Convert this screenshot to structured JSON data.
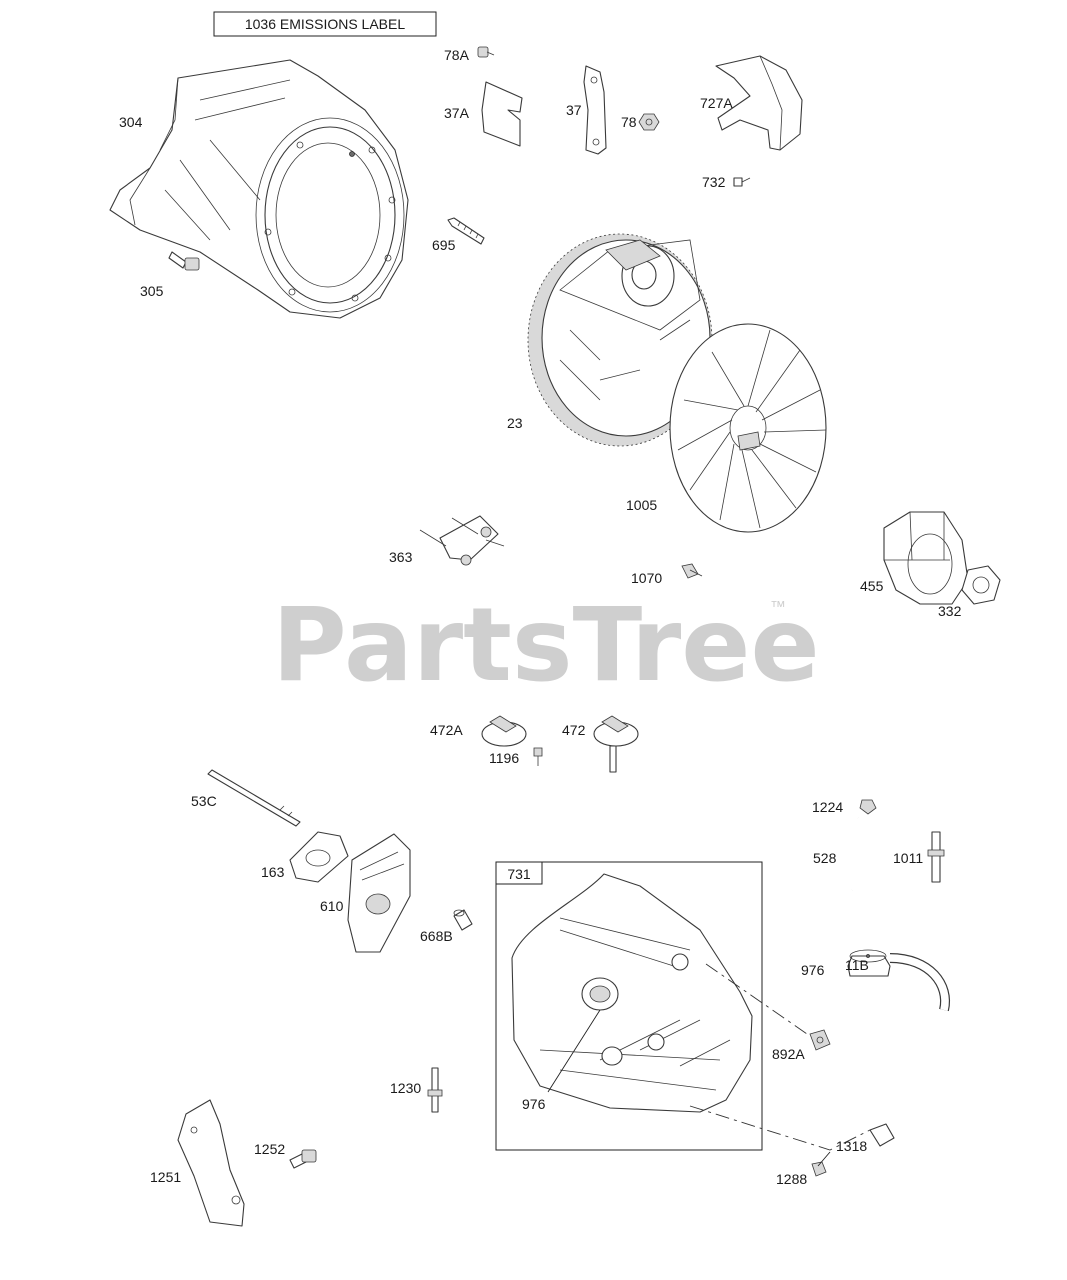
{
  "watermark": {
    "text": "PartsTree",
    "trademark": "™"
  },
  "emissions_label": "1036 EMISSIONS LABEL",
  "assembly_box_label": "731",
  "parts": {
    "p304": "304",
    "p305": "305",
    "p78A": "78A",
    "p37A": "37A",
    "p37": "37",
    "p78": "78",
    "p727A": "727A",
    "p732": "732",
    "p695": "695",
    "p23": "23",
    "p1005": "1005",
    "p363": "363",
    "p1070": "1070",
    "p455": "455",
    "p332": "332",
    "p472A": "472A",
    "p472": "472",
    "p1196": "1196",
    "p976_top": "976",
    "p1224": "1224",
    "p53C": "53C",
    "p163": "163",
    "p610": "610",
    "p668B": "668B",
    "p528": "528",
    "p1011": "1011",
    "p11B": "11B",
    "p892A": "892A",
    "p976_in": "976",
    "p1230": "1230",
    "p1252": "1252",
    "p1251": "1251",
    "p1318": "1318",
    "p1288": "1288"
  }
}
